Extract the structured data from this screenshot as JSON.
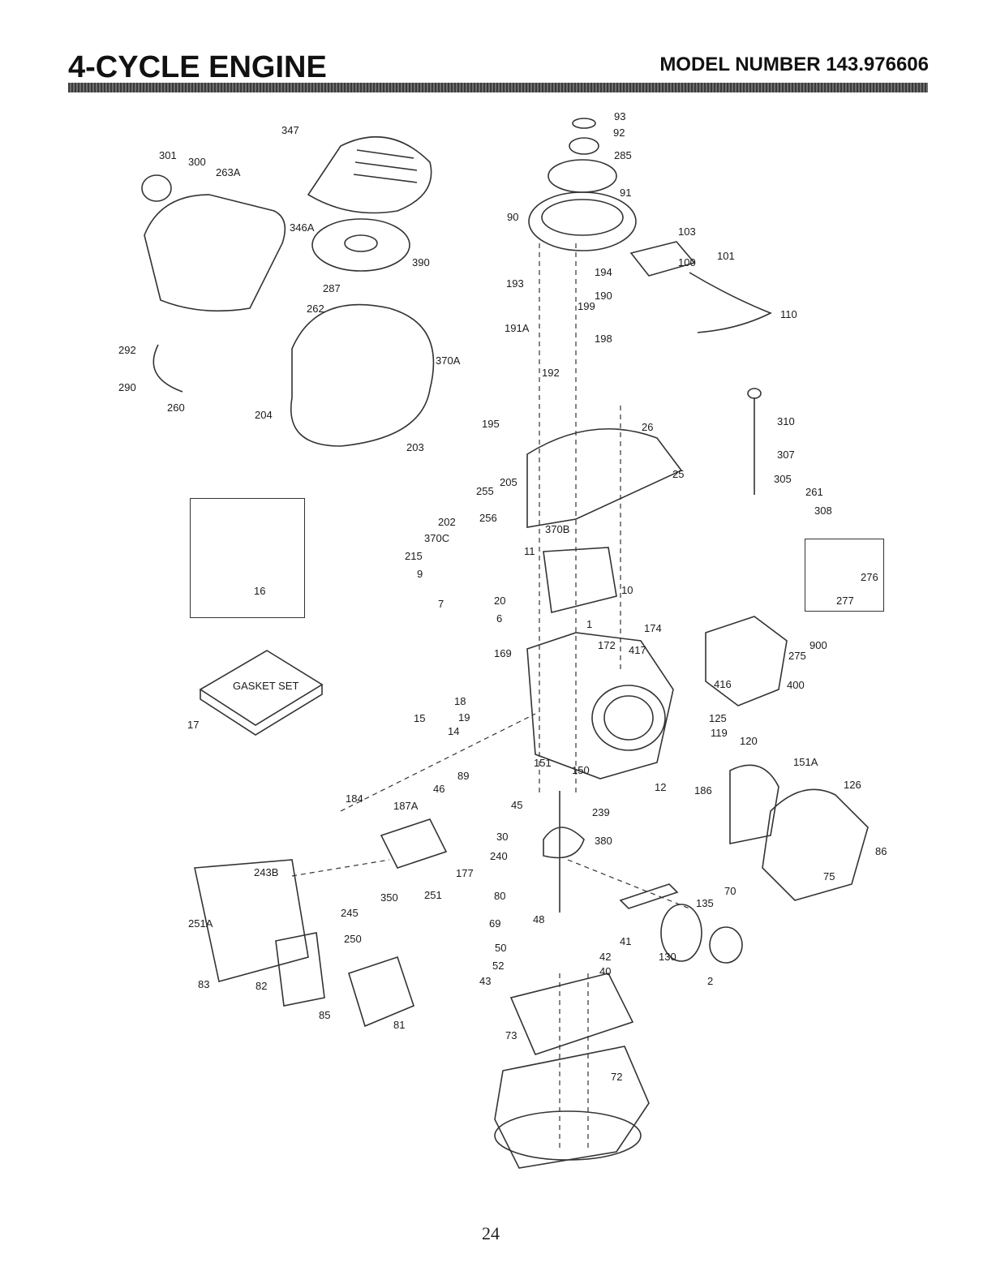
{
  "header": {
    "title": "4-CYCLE ENGINE",
    "model": "MODEL NUMBER 143.976606"
  },
  "gasket_box_label": "GASKET SET",
  "page_number": "24",
  "part_labels": [
    "93",
    "92",
    "285",
    "91",
    "90",
    "103",
    "100",
    "101",
    "110",
    "194",
    "193",
    "190",
    "199",
    "191A",
    "198",
    "192",
    "26",
    "195",
    "25",
    "310",
    "307",
    "305",
    "261",
    "308",
    "347",
    "301",
    "300",
    "263A",
    "346A",
    "390",
    "287",
    "262",
    "370A",
    "292",
    "290",
    "260",
    "204",
    "203",
    "255",
    "205",
    "202",
    "256",
    "370B",
    "370C",
    "215",
    "9",
    "7",
    "11",
    "10",
    "20",
    "6",
    "1",
    "172",
    "169",
    "174",
    "417",
    "416",
    "276",
    "277",
    "275",
    "900",
    "400",
    "16",
    "17",
    "18",
    "19",
    "14",
    "15",
    "151",
    "150",
    "125",
    "119",
    "120",
    "151A",
    "126",
    "12",
    "186",
    "184",
    "89",
    "46",
    "45",
    "187A",
    "30",
    "240",
    "239",
    "380",
    "177",
    "243B",
    "350",
    "251",
    "245",
    "250",
    "251A",
    "83",
    "82",
    "85",
    "81",
    "80",
    "69",
    "48",
    "50",
    "52",
    "43",
    "41",
    "42",
    "40",
    "135",
    "130",
    "2",
    "70",
    "86",
    "75",
    "73",
    "72"
  ]
}
